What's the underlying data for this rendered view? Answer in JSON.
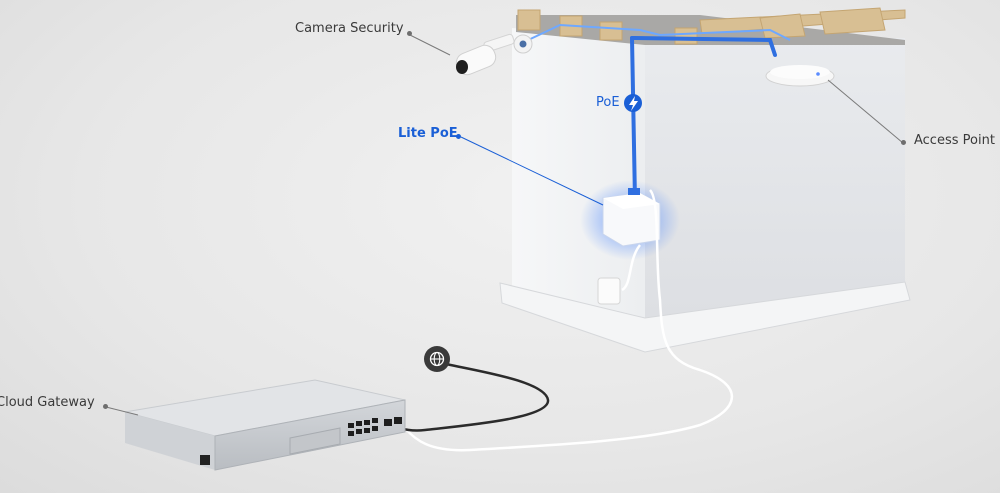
{
  "labels": {
    "camera": "Camera Security",
    "lite_poe": "Lite PoE",
    "poe": "PoE",
    "access_point": "Access Point",
    "cloud_gateway": "Cloud Gateway"
  },
  "icons": {
    "poe_badge": "lightning-bolt-icon",
    "internet_badge": "globe-icon"
  },
  "colors": {
    "accent_blue": "#1a5fd6",
    "poe_cable": "#2f6fe0",
    "ethernet_cable": "#2b2b2b",
    "label_text": "#3a3a3a"
  }
}
